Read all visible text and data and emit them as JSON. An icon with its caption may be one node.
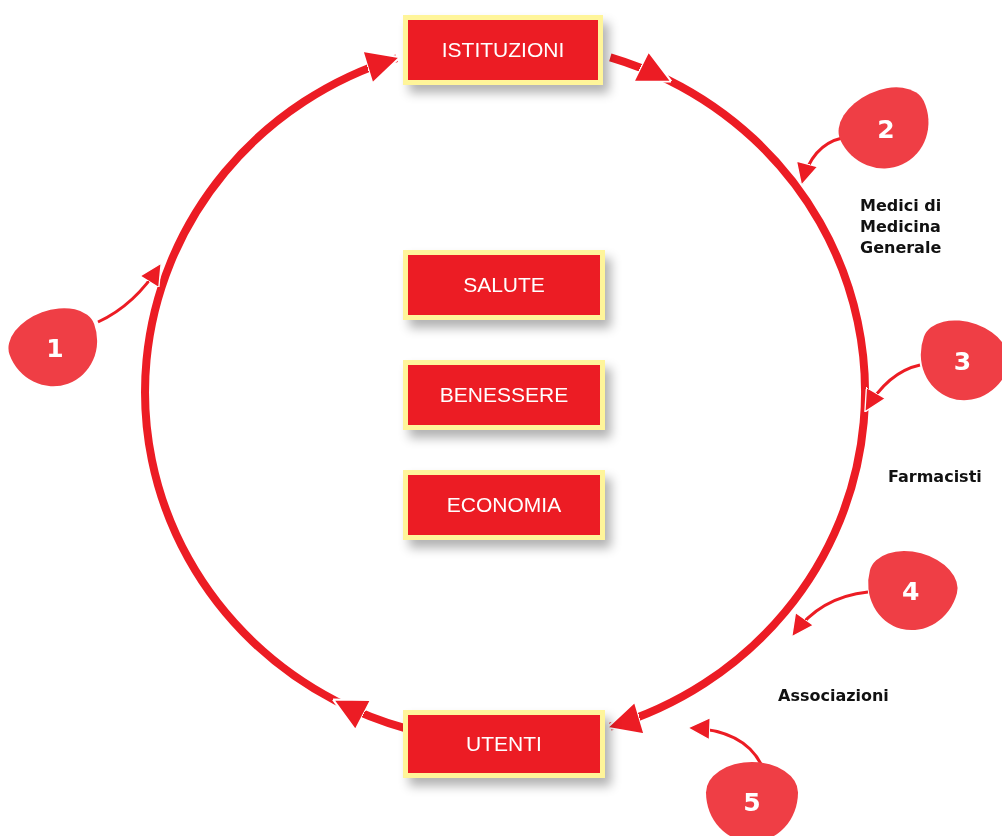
{
  "diagram": {
    "nodes": [
      {
        "text": [
          "ISTITUZIONI"
        ]
      },
      {
        "text": [
          "2"
        ],
        "beside": [
          "Medici di Medicina Generale"
        ]
      },
      {
        "text": [
          "SALUTE"
        ]
      },
      {
        "text": [
          "1"
        ]
      },
      {
        "text": [
          "3"
        ],
        "beside": [
          "Farmacisti"
        ]
      },
      {
        "text": [
          "BENESSERE"
        ]
      },
      {
        "text": [
          "ECONOMIA"
        ]
      },
      {
        "text": [
          "4"
        ],
        "beside": [
          "Associazioni"
        ]
      },
      {
        "text": [
          "UTENTI"
        ]
      },
      {
        "text": [
          "5"
        ]
      }
    ],
    "edges": [
      {
        "from": 8,
        "to": 0,
        "arrow": "to",
        "style": "thick"
      },
      {
        "from": 0,
        "to": 8,
        "arrow": "to",
        "style": "thick"
      },
      {
        "from": 3,
        "to": null,
        "arrow": "to"
      },
      {
        "from": 1,
        "to": null,
        "arrow": "to"
      },
      {
        "from": 4,
        "to": null,
        "arrow": "to"
      },
      {
        "from": 7,
        "to": null,
        "arrow": "to"
      },
      {
        "from": 9,
        "to": null,
        "arrow": "to"
      }
    ]
  }
}
